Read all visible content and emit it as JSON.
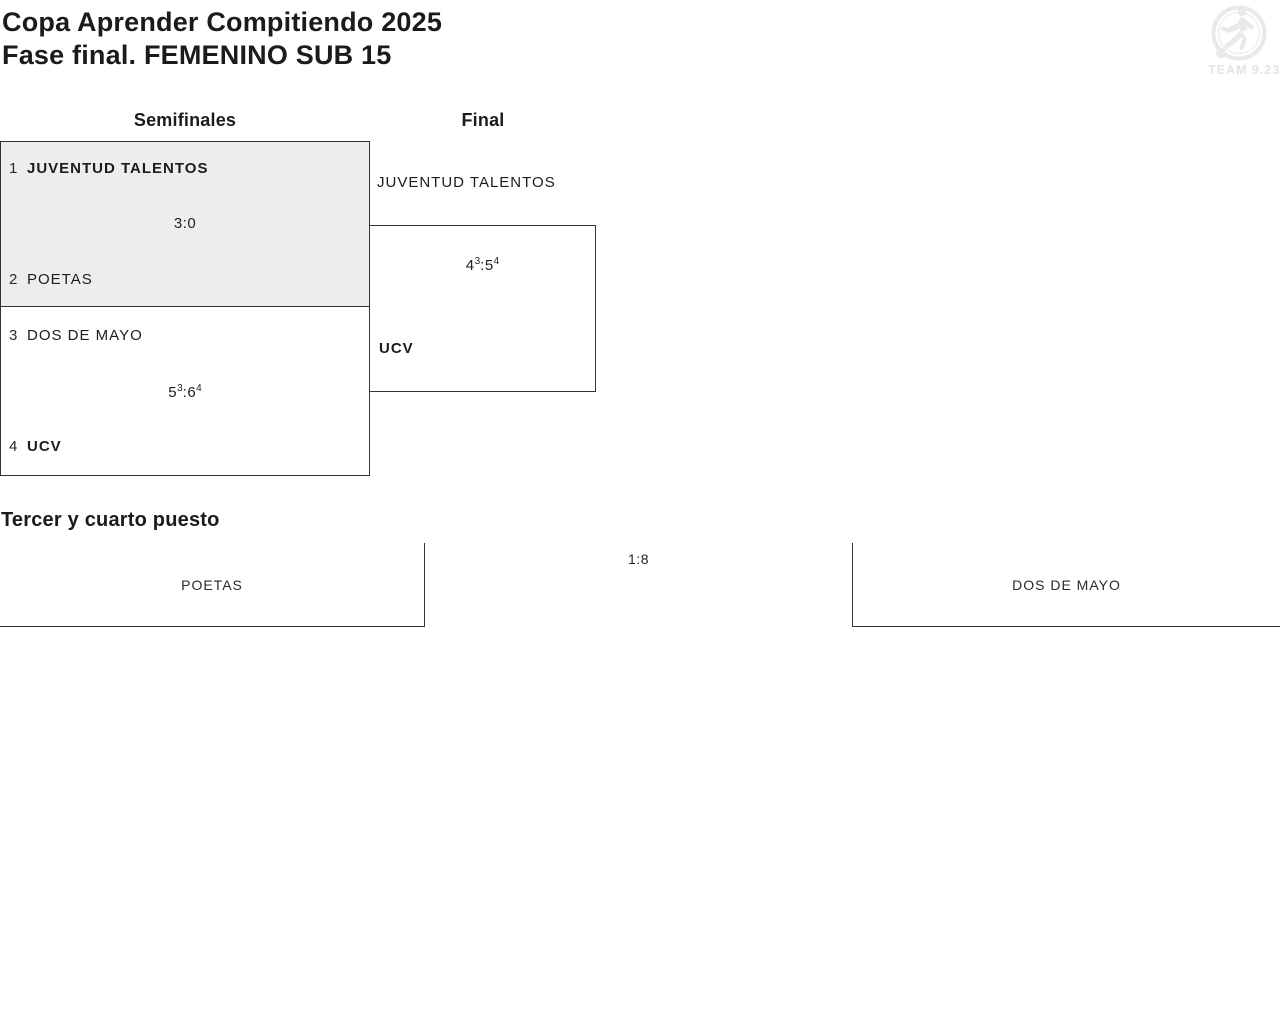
{
  "page": {
    "title_line1": "Copa Aprender Compitiendo 2025",
    "title_line2": "Fase final. FEMENINO SUB 15"
  },
  "watermark": {
    "label": "TEAM 9.23",
    "icon": "soccer-player-emblem"
  },
  "colors": {
    "highlight_box_bg": "#ededed",
    "border": "#333333",
    "text": "#1c1c1c",
    "watermark": "#e9e9e9"
  },
  "columns": {
    "semifinals_header": "Semifinales",
    "final_header": "Final"
  },
  "matches": {
    "semifinal_1": {
      "team1_seed": "1",
      "team1_name": "JUVENTUD TALENTOS",
      "score": "3:0",
      "team2_seed": "2",
      "team2_name": "POETAS",
      "winner": "JUVENTUD TALENTOS"
    },
    "semifinal_2": {
      "team1_seed": "3",
      "team1_name": "DOS DE MAYO",
      "score": {
        "a": "5",
        "a_pen": "3",
        "sep": ":",
        "b": "6",
        "b_pen": "4"
      },
      "team2_seed": "4",
      "team2_name": "UCV",
      "winner": "UCV"
    },
    "final": {
      "team1_name": "JUVENTUD TALENTOS",
      "score": {
        "a": "4",
        "a_pen": "3",
        "sep": ":",
        "b": "5",
        "b_pen": "4"
      },
      "team2_name": "UCV",
      "winner": "UCV"
    },
    "third_place": {
      "header": "Tercer y cuarto puesto",
      "team1_name": "POETAS",
      "score": "1:8",
      "team2_name": "DOS DE MAYO"
    }
  }
}
